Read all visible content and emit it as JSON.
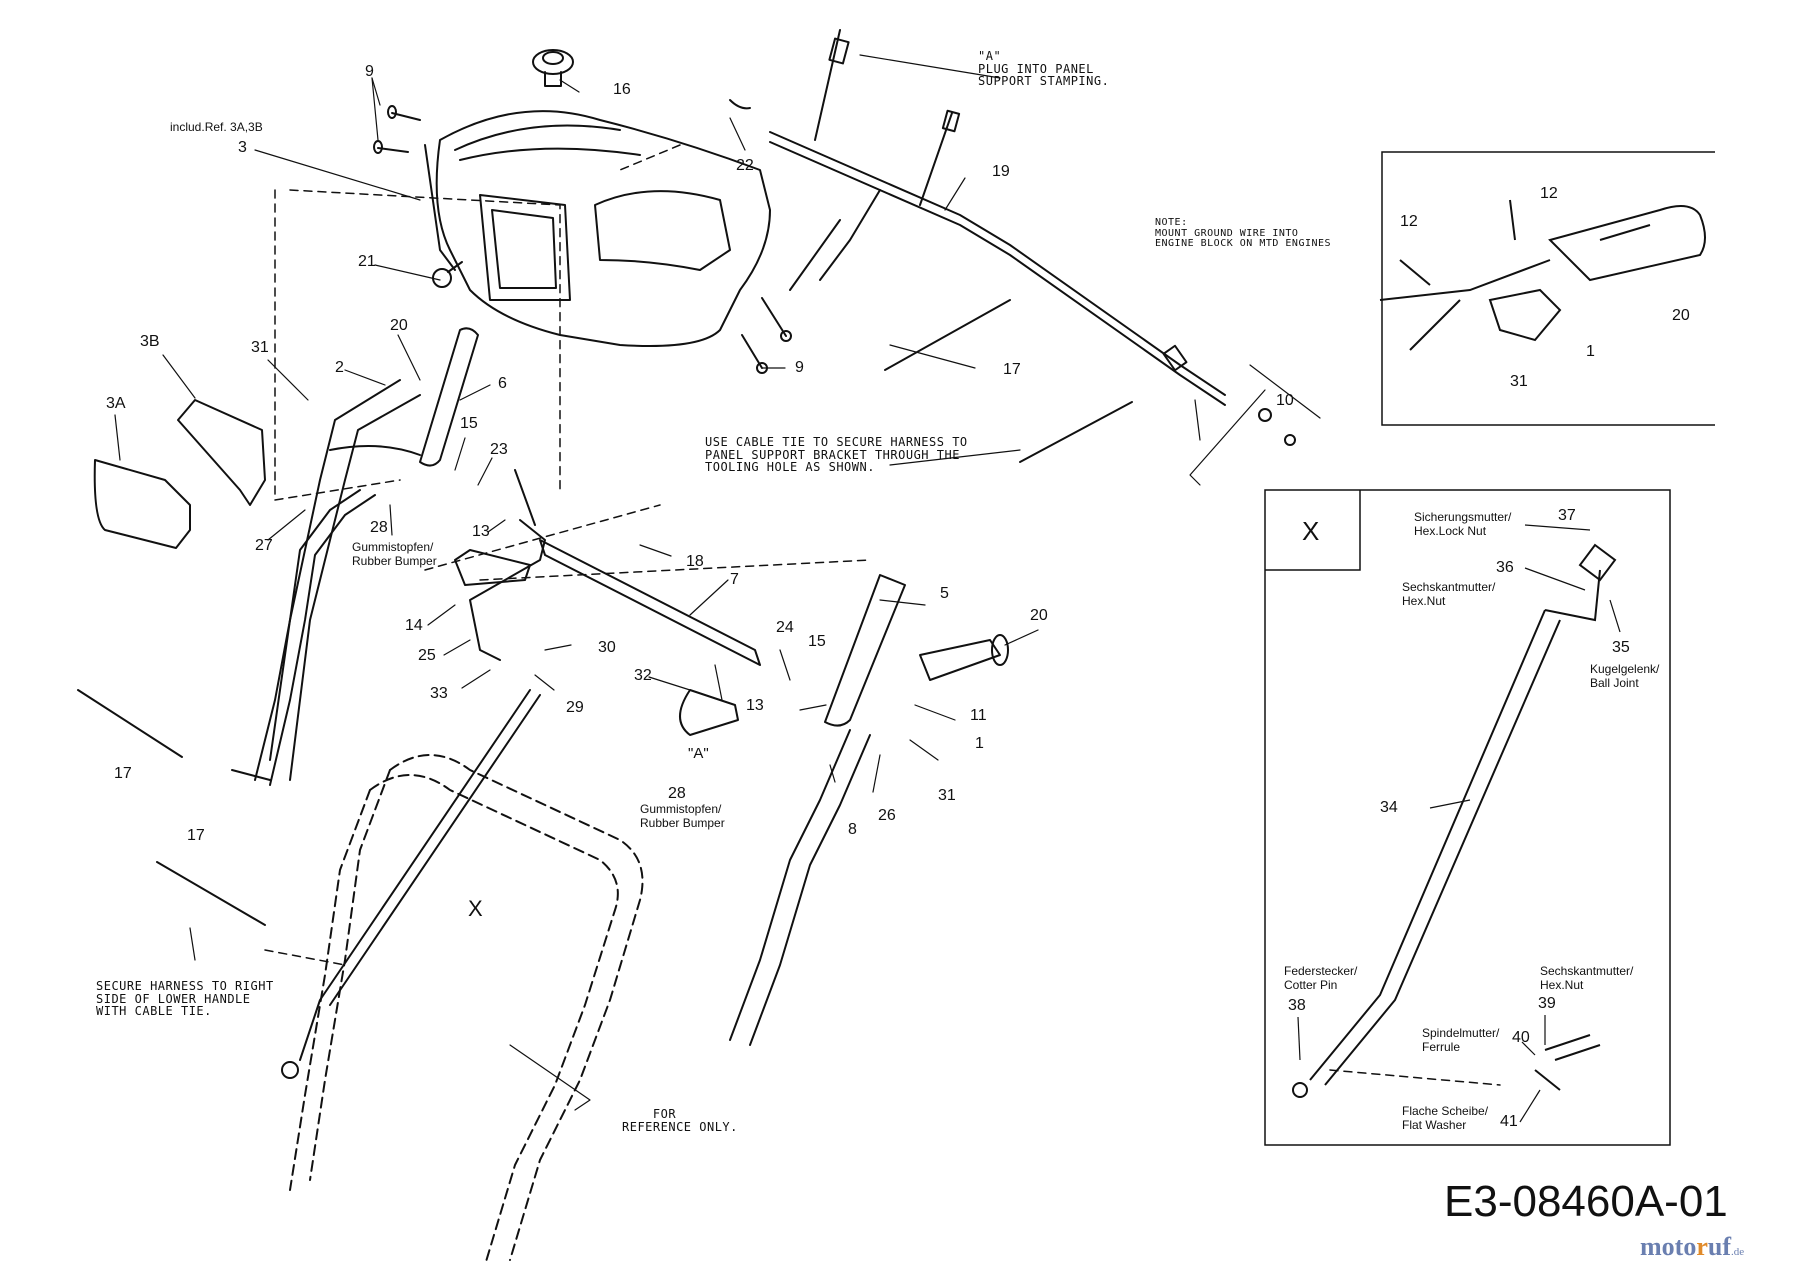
{
  "diagram_code": "E3-08460A-01",
  "brand": {
    "part1": "moto",
    "part2": "r",
    "part3": "uf",
    "tld": ".de"
  },
  "notes": {
    "plug_a": "\"A\"\nPLUG INTO PANEL\nSUPPORT STAMPING.",
    "ground": "NOTE:\nMOUNT GROUND WIRE INTO\nENGINE BLOCK ON MTD ENGINES",
    "cable_tie": "USE CABLE TIE TO SECURE HARNESS TO\nPANEL SUPPORT BRACKET THROUGH THE\nTOOLING HOLE AS SHOWN.",
    "secure_harness": "SECURE HARNESS TO RIGHT\nSIDE OF LOWER HANDLE\nWITH CABLE TIE.",
    "reference": "    FOR\nREFERENCE ONLY.",
    "includ": "includ.Ref. 3A,3B"
  },
  "callouts": {
    "c9a": "9",
    "c16": "16",
    "c3": "3",
    "c22": "22",
    "c19": "19",
    "c21": "21",
    "c3b": "3B",
    "c3a": "3A",
    "c31a": "31",
    "c20a": "20",
    "c2": "2",
    "c6": "6",
    "c9b": "9",
    "c17a": "17",
    "c15a": "15",
    "c23": "23",
    "c27": "27",
    "c28a": "28",
    "c13a": "13",
    "c18": "18",
    "c7": "7",
    "c5": "5",
    "c20b": "20",
    "c14": "14",
    "c25": "25",
    "c24": "24",
    "c15b": "15",
    "c30": "30",
    "c32": "32",
    "c33": "33",
    "c29": "29",
    "c13b": "13",
    "c11": "11",
    "c1a": "1",
    "c17b": "17",
    "c28b": "28",
    "c31b": "31",
    "c26": "26",
    "c8": "8",
    "c17c": "17",
    "c10": "10",
    "c12a": "12",
    "c12b": "12",
    "c20c": "20",
    "c1b": "1",
    "c31c": "31",
    "c37": "37",
    "c36": "36",
    "c35": "35",
    "c34": "34",
    "c38": "38",
    "c39": "39",
    "c40": "40",
    "c41": "41",
    "plug_a_marker": "\"A\""
  },
  "bumper_labels": {
    "left": {
      "de": "Gummistopfen/",
      "en": "Rubber Bumper"
    },
    "right": {
      "de": "Gummistopfen/",
      "en": "Rubber Bumper"
    }
  },
  "detail_x": {
    "title": "X",
    "lock_nut": {
      "de": "Sicherungsmutter/",
      "en": "Hex.Lock Nut"
    },
    "hex_nut_top": {
      "de": "Sechskantmutter/",
      "en": "Hex.Nut"
    },
    "ball_joint": {
      "de": "Kugelgelenk/",
      "en": "Ball Joint"
    },
    "cotter_pin": {
      "de": "Federstecker/",
      "en": "Cotter Pin"
    },
    "hex_nut_bottom": {
      "de": "Sechskantmutter/",
      "en": "Hex.Nut"
    },
    "ferrule": {
      "de": "Spindelmutter/",
      "en": "Ferrule"
    },
    "flat_washer": {
      "de": "Flache Scheibe/",
      "en": "Flat Washer"
    }
  },
  "x_marker": "X"
}
